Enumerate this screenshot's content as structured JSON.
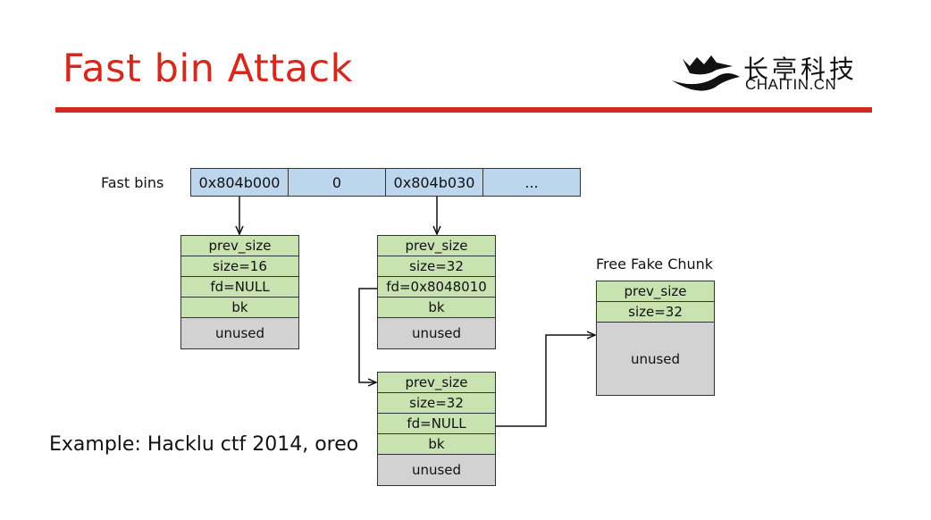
{
  "slide": {
    "title": "Fast bin Attack",
    "title_color": "#d42a1e",
    "rule_color": "#d42a1e"
  },
  "logo": {
    "chinese_name": "长亭科技",
    "domain": "CHAITIN.CN",
    "icon": "chaitin-boat-logo-icon"
  },
  "fast_bins": {
    "label": "Fast bins",
    "cells": [
      "0x804b000",
      "0",
      "0x804b030",
      "..."
    ]
  },
  "chunks": {
    "chunk_a": [
      "prev_size",
      "size=16",
      "fd=NULL",
      "bk",
      "unused"
    ],
    "chunk_b": [
      "prev_size",
      "size=32",
      "fd=0x8048010",
      "bk",
      "unused"
    ],
    "chunk_c": [
      "prev_size",
      "size=32",
      "fd=NULL",
      "bk",
      "unused"
    ],
    "fake": [
      "prev_size",
      "size=32",
      "unused"
    ]
  },
  "fake_chunk_label": "Free Fake Chunk",
  "example": "Example: Hacklu ctf 2014, oreo",
  "colors": {
    "bin_fill": "#bcd6ee",
    "header_fill": "#c8e2b0",
    "unused_fill": "#d2d2d2"
  }
}
